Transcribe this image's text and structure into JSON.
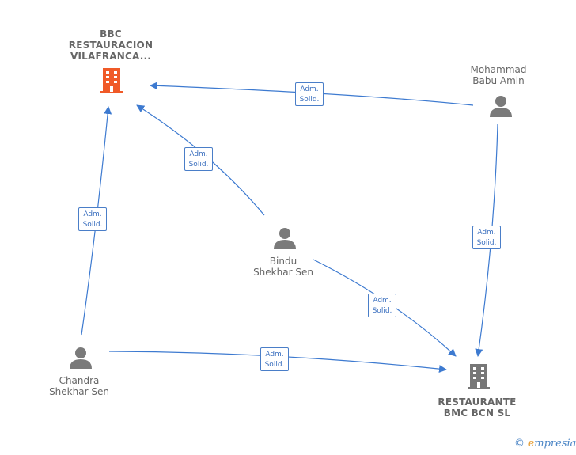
{
  "nodes": {
    "bbc": {
      "lines": [
        "BBC",
        "RESTAURACION",
        "VILAFRANCA..."
      ]
    },
    "mohammad": {
      "lines": [
        "Mohammad",
        "Babu Amin"
      ]
    },
    "bindu": {
      "lines": [
        "Bindu",
        "Shekhar Sen"
      ]
    },
    "chandra": {
      "lines": [
        "Chandra",
        "Shekhar Sen"
      ]
    },
    "restaurante": {
      "lines": [
        "RESTAURANTE",
        "BMC BCN  SL"
      ]
    }
  },
  "edges": [
    {
      "from": "mohammad",
      "to": "bbc",
      "label": [
        "Adm.",
        "Solid."
      ]
    },
    {
      "from": "bindu",
      "to": "bbc",
      "label": [
        "Adm.",
        "Solid."
      ]
    },
    {
      "from": "chandra",
      "to": "bbc",
      "label": [
        "Adm.",
        "Solid."
      ]
    },
    {
      "from": "mohammad",
      "to": "restaurante",
      "label": [
        "Adm.",
        "Solid."
      ]
    },
    {
      "from": "bindu",
      "to": "restaurante",
      "label": [
        "Adm.",
        "Solid."
      ]
    },
    {
      "from": "chandra",
      "to": "restaurante",
      "label": [
        "Adm.",
        "Solid."
      ]
    }
  ],
  "colors": {
    "edge": "#3d7ad0",
    "person": "#7a7a7a",
    "company_main": "#f05a28",
    "company": "#777777"
  },
  "icons": {
    "person": "person-icon",
    "company": "building-icon"
  },
  "footer": {
    "copyright": "©",
    "brand_initial": "e",
    "brand_rest": "mpresia"
  }
}
